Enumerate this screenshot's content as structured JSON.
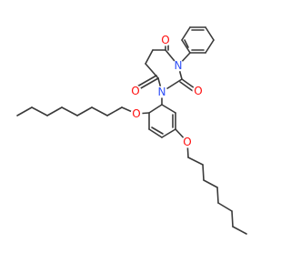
{
  "colors": {
    "bond": "#3a3a3a",
    "oxygen": "#ff0d0d",
    "nitrogen": "#3050f8",
    "background": "#ffffff"
  },
  "atom_labels": {
    "o_top": "O",
    "n_phenyl": "N",
    "o_right": "O",
    "n_aryl": "N",
    "o_left": "O",
    "o_ether1": "O",
    "o_ether2": "O"
  }
}
